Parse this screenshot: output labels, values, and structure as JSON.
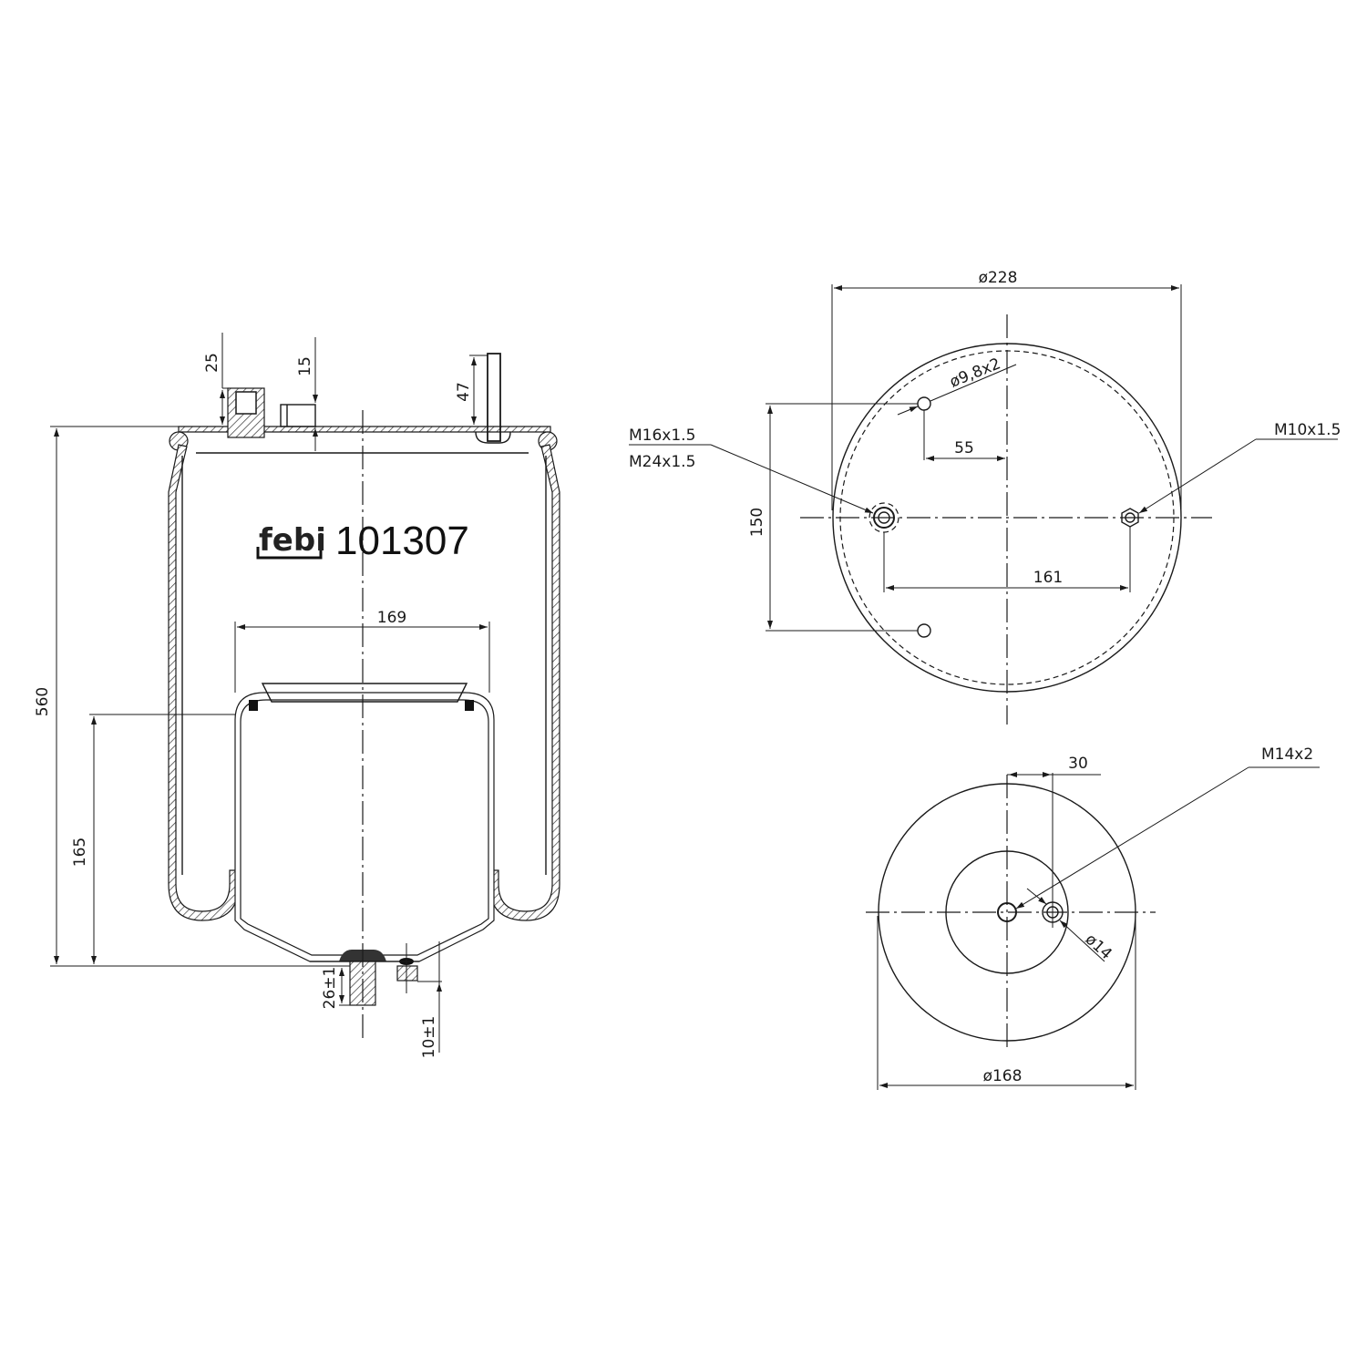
{
  "product": {
    "brand": "febi",
    "part_number": "101307"
  },
  "side_view": {
    "dimensions": {
      "overall_height": "560",
      "piston_height": "165",
      "piston_width": "169",
      "top_nipple_height": "25",
      "top_stub_height": "15",
      "top_stud_height": "47",
      "bottom_bolt_length": "26±1",
      "bottom_pin_length": "10±1"
    }
  },
  "top_view": {
    "dimensions": {
      "outer_diameter": "ø228",
      "hole_diameter": "ø9,8x2",
      "hole_offset": "55",
      "hole_spacing": "150",
      "port_spacing": "161"
    },
    "threads": {
      "left_port_line1": "M16x1.5",
      "left_port_line2": "M24x1.5",
      "right_port": "M10x1.5"
    }
  },
  "bottom_view": {
    "dimensions": {
      "outer_diameter": "ø168",
      "hole_offset": "30",
      "hole_diameter": "ø14"
    },
    "threads": {
      "center_thread": "M14x2"
    }
  }
}
